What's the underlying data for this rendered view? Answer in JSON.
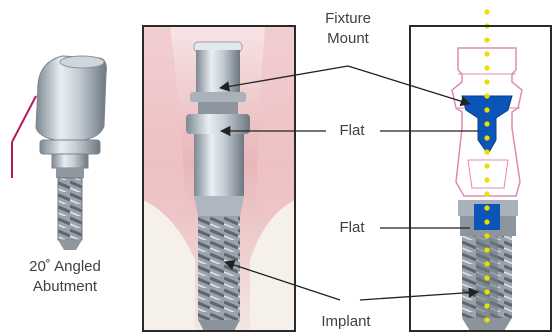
{
  "labels": {
    "fixture_mount_line1": "Fixture",
    "fixture_mount_line2": "Mount",
    "flat_upper": "Flat",
    "flat_lower": "Flat",
    "implant": "Implant",
    "abutment_line1": "20˚ Angled",
    "abutment_line2": "Abutment"
  },
  "colors": {
    "label_text": "#404040",
    "panel_border": "#2a2a2a",
    "gum_pink": "#e8b8bc",
    "metal": "#b9c3cb",
    "pink_outline": "#e089b5",
    "blue_fill": "#0b55b8",
    "yellow_dots": "#e8e000",
    "angle_line": "#b8185e"
  },
  "icons": [
    "angled-abutment-icon",
    "arrow-icon"
  ]
}
